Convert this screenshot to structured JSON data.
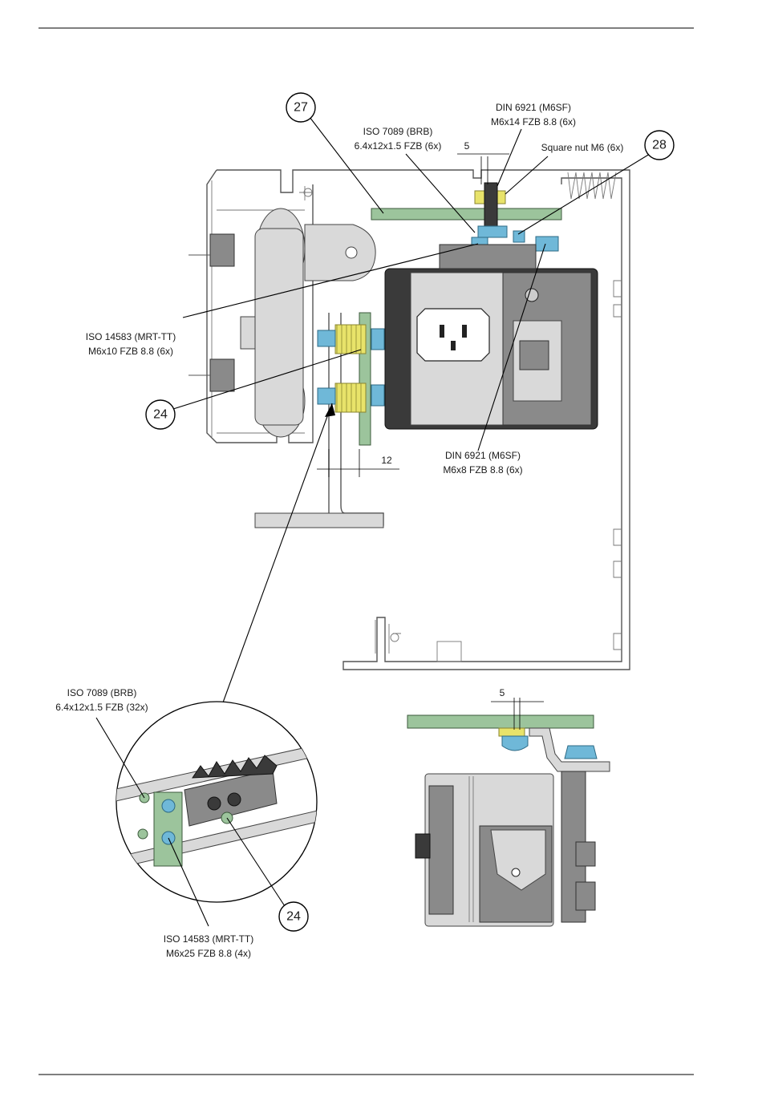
{
  "callouts": {
    "c27": "27",
    "c28": "28",
    "c24_top": "24",
    "c24_bottom": "24"
  },
  "labels": {
    "din6921_top_l1": "DIN 6921 (M6SF)",
    "din6921_top_l2": "M6x14 FZB 8.8 (6x)",
    "iso7089_top_l1": "ISO 7089 (BRB)",
    "iso7089_top_l2": "6.4x12x1.5 FZB (6x)",
    "square_nut": "Square nut M6 (6x)",
    "iso14583_top_l1": "ISO 14583 (MRT-TT)",
    "iso14583_top_l2": "M6x10 FZB 8.8 (6x)",
    "din6921_mid_l1": "DIN 6921 (M6SF)",
    "din6921_mid_l2": "M6x8 FZB 8.8 (6x)",
    "iso7089_bot_l1": "ISO 7089 (BRB)",
    "iso7089_bot_l2": "6.4x12x1.5 FZB (32x)",
    "iso14583_bot_l1": "ISO 14583 (MRT-TT)",
    "iso14583_bot_l2": "M6x25 FZB 8.8 (4x)"
  },
  "dimensions": {
    "dim_5_top": "5",
    "dim_12": "12",
    "dim_5_detail": "5"
  },
  "colors": {
    "green_part": "#9cc49c",
    "blue_fastener": "#6fb8d8",
    "yellow_nut": "#e8e36a"
  }
}
